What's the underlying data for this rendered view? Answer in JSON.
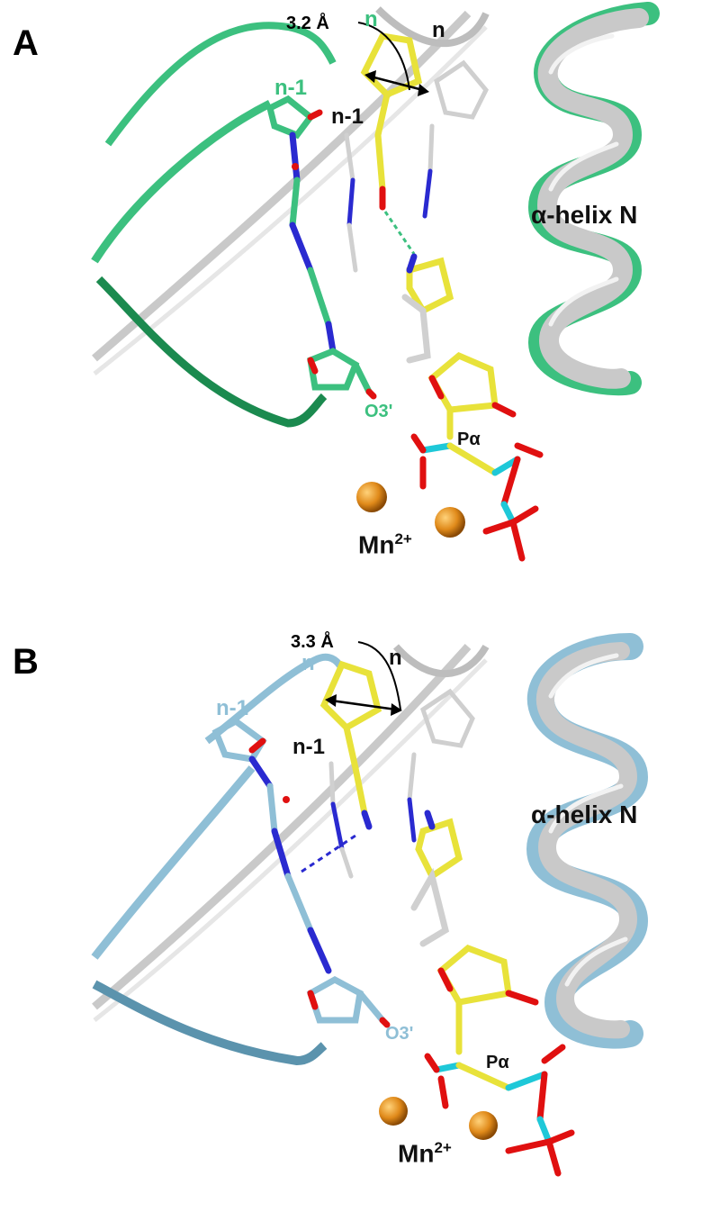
{
  "colors": {
    "green_chain": "#1b8a4f",
    "green_residue": "#3cc07f",
    "blue_chain": "#5b93ad",
    "blue_residue": "#8fbfd6",
    "grey_chain": "#c9c9c9",
    "incoming_nucleotide": "#e8e23a",
    "oxygen": "#e01010",
    "nitrogen": "#2a2ad0",
    "phosphate_carbon": "#1ec8d8",
    "manganese": "#e08a1a"
  },
  "panels": [
    {
      "letter": "A",
      "distance": "3.2 Å",
      "residue_n_colored": "n",
      "residue_n_grey": "n",
      "residue_n1_colored": "n-1",
      "residue_n1_grey": "n-1",
      "helix": "α-helix N",
      "o3": "O3'",
      "p_alpha": "Pα",
      "ion": "Mn",
      "ion_charge": "2+"
    },
    {
      "letter": "B",
      "distance": "3.3 Å",
      "residue_n_colored": "n",
      "residue_n_grey": "n",
      "residue_n1_colored": "n-1",
      "residue_n1_grey": "n-1",
      "helix": "α-helix N",
      "o3": "O3'",
      "p_alpha": "Pα",
      "ion": "Mn",
      "ion_charge": "2+"
    }
  ]
}
